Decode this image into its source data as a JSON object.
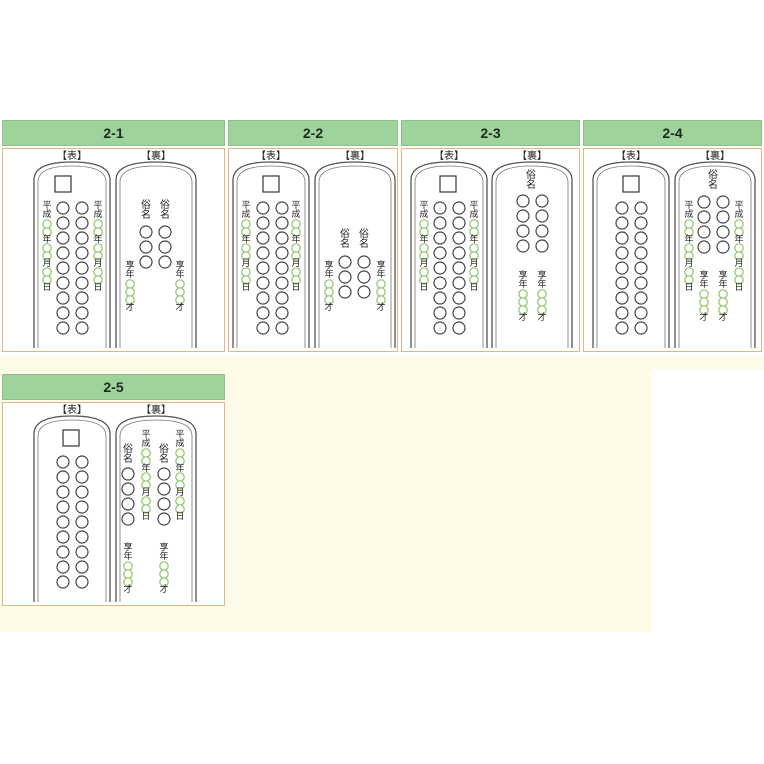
{
  "labels": {
    "front": "【表】",
    "back": "【裏】"
  },
  "colors": {
    "header_bg": "#9ed39b",
    "panel_border": "#e3b683",
    "slot_green": "#8fc46a",
    "background": "#fefce9"
  },
  "panels": [
    {
      "id": "2-1",
      "title": "2-1"
    },
    {
      "id": "2-2",
      "title": "2-2"
    },
    {
      "id": "2-3",
      "title": "2-3"
    },
    {
      "id": "2-4",
      "title": "2-4"
    },
    {
      "id": "2-5",
      "title": "2-5"
    }
  ],
  "texts": {
    "heisei": "平成",
    "year": "年",
    "month": "月",
    "day": "日",
    "kaimyo": "俗名",
    "kyonen": "享年",
    "age": "才"
  }
}
